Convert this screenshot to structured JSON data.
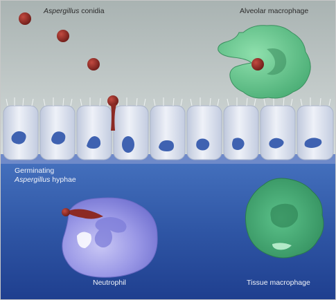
{
  "labels": {
    "conidia": {
      "italic": "Aspergillus",
      "rest": " conidia"
    },
    "alveolar_macrophage": "Alveolar macrophage",
    "germinating_line1": "Germinating",
    "germinating_italic": "Aspergillus",
    "germinating_rest": " hyphae",
    "neutrophil": "Neutrophil",
    "tissue_macrophage": "Tissue macrophage"
  },
  "colors": {
    "airway_top": "#a9b3b2",
    "airway_bottom": "#d4dad9",
    "tissue_top": "#3b66b3",
    "tissue_bottom": "#1f3f8f",
    "epithelial_cell": "#dde3f0",
    "nucleus": "#3f62b1",
    "conidium": "#8c2a24",
    "alveolar_macrophage": "#55b37d",
    "tissue_macrophage": "#3f9a68",
    "neutrophil": "#8f8fe0"
  },
  "epithelium": {
    "cell_count": 9
  }
}
